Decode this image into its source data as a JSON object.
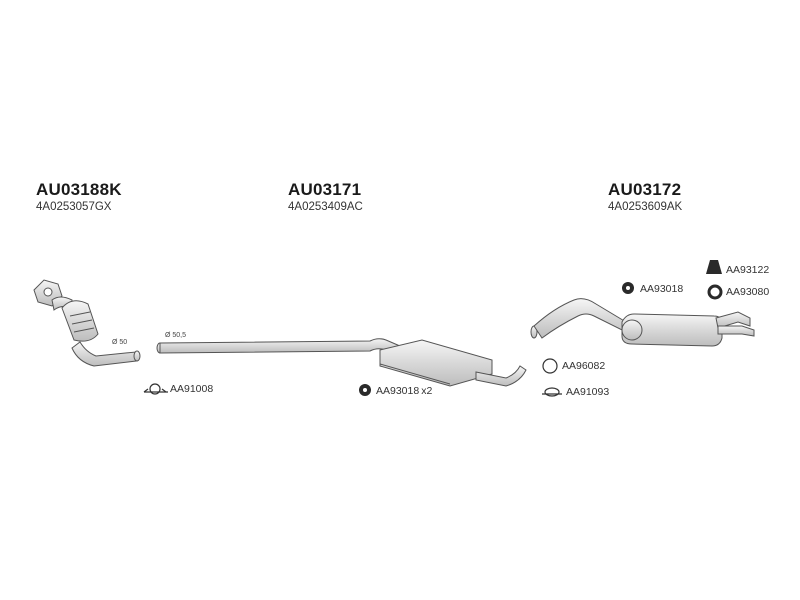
{
  "sections": [
    {
      "code": "AU03188K",
      "oem": "4A0253057GX"
    },
    {
      "code": "AU03171",
      "oem": "4A0253409AC"
    },
    {
      "code": "AU03172",
      "oem": "4A0253609AK"
    }
  ],
  "dimensions": {
    "d1": "Ø 50",
    "d2": "Ø 50,5"
  },
  "parts": {
    "clamp_front": "AA91008",
    "mount_mid": "AA93018",
    "mount_mid_qty": "x2",
    "ring": "AA96082",
    "clamp_rear": "AA91093",
    "mount_rear": "AA93018",
    "rubber_block": "AA93122",
    "ring_rear": "AA93080"
  },
  "colors": {
    "line": "#555555",
    "fill": "#e6e6e6",
    "dark": "#2a2a2a"
  }
}
